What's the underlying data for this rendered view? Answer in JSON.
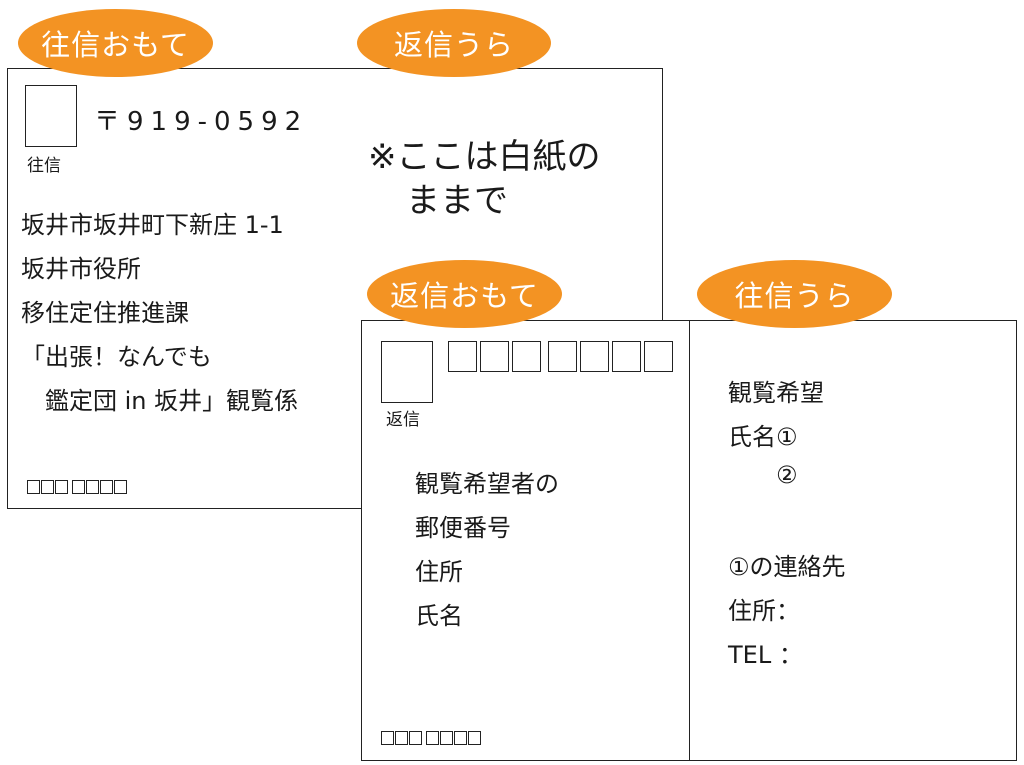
{
  "labels": {
    "outgoing_front": "往信おもて",
    "reply_back": "返信うら",
    "reply_front": "返信おもて",
    "outgoing_back": "往信うら"
  },
  "outgoing_front": {
    "stamp_caption": "往信",
    "postal_code": "〒919-0592",
    "address_lines": [
      "坂井市坂井町下新庄 1-1",
      "坂井市役所",
      "移住定住推進課",
      "「出張！なんでも",
      "　鑑定団 in 坂井」観覧係"
    ],
    "zip_boxes_count": 7
  },
  "reply_back": {
    "note_line1": "※ここは白紙の",
    "note_line2": "ままで"
  },
  "reply_front": {
    "stamp_caption": "返信",
    "zip_boxes_count": 7,
    "field_lines": [
      "観覧希望者の",
      "郵便番号",
      "住所",
      "氏名"
    ],
    "bottom_zip_boxes_count": 7
  },
  "outgoing_back": {
    "lines": [
      "観覧希望",
      "氏名①",
      "②",
      "①の連絡先",
      "住所：",
      "TEL ："
    ]
  },
  "colors": {
    "label_orange": "#F39323",
    "border": "#222222"
  }
}
